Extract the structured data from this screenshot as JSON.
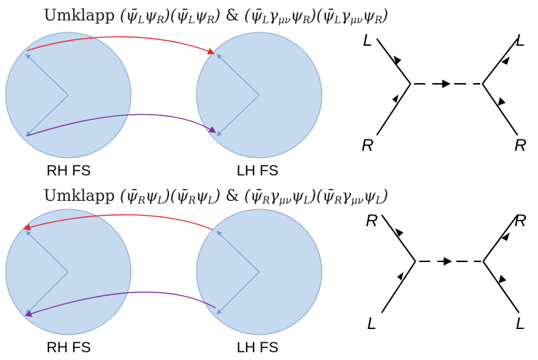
{
  "panels": [
    {
      "title": {
        "prefix": "Umklapp",
        "term1": "(ψ̄",
        "term1_sub1": "L",
        "term1_mid": "ψ",
        "term1_sub2": "R",
        "term1_end": ")",
        "term2": "(ψ̄",
        "term2_sub1": "L",
        "term2_mid": "ψ",
        "term2_sub2": "R",
        "term2_end": ")",
        "amp": "&",
        "term3": "(ψ̄",
        "term3_sub1": "L",
        "term3_mid": "γ",
        "term3_sub2": "μν",
        "term3_mid2": "ψ",
        "term3_sub3": "R",
        "term3_end": ")",
        "term4": "(ψ̄",
        "term4_sub1": "L",
        "term4_mid": "γ",
        "term4_sub2": "μν",
        "term4_mid2": "ψ",
        "term4_sub3": "R",
        "term4_end": ")"
      },
      "left_fs_label": "RH FS",
      "right_fs_label": "LH FS",
      "vertex_top_left": "L",
      "vertex_top_right": "L",
      "vertex_bottom_left": "R",
      "vertex_bottom_right": "R"
    },
    {
      "title": {
        "prefix": "Umklapp",
        "term1": "(ψ̄",
        "term1_sub1": "R",
        "term1_mid": "ψ",
        "term1_sub2": "L",
        "term1_end": ")",
        "term2": "(ψ̄",
        "term2_sub1": "R",
        "term2_mid": "ψ",
        "term2_sub2": "L",
        "term2_end": ")",
        "amp": "&",
        "term3": "(ψ̄",
        "term3_sub1": "R",
        "term3_mid": "γ",
        "term3_sub2": "μν",
        "term3_mid2": "ψ",
        "term3_sub3": "L",
        "term3_end": ")",
        "term4": "(ψ̄",
        "term4_sub1": "R",
        "term4_mid": "γ",
        "term4_sub2": "μν",
        "term4_mid2": "ψ",
        "term4_sub3": "L",
        "term4_end": ")"
      },
      "left_fs_label": "RH FS",
      "right_fs_label": "LH FS",
      "vertex_top_left": "R",
      "vertex_top_right": "R",
      "vertex_bottom_left": "L",
      "vertex_bottom_right": "L"
    }
  ],
  "colors": {
    "fermi_sea_fill": "#c5d9ef",
    "fermi_sea_stroke": "#7fa3cc",
    "momentum_line": "#6fa0d6",
    "scatter_upper": "#e2262a",
    "scatter_lower": "#7e2da3",
    "propagator": "#000000"
  }
}
